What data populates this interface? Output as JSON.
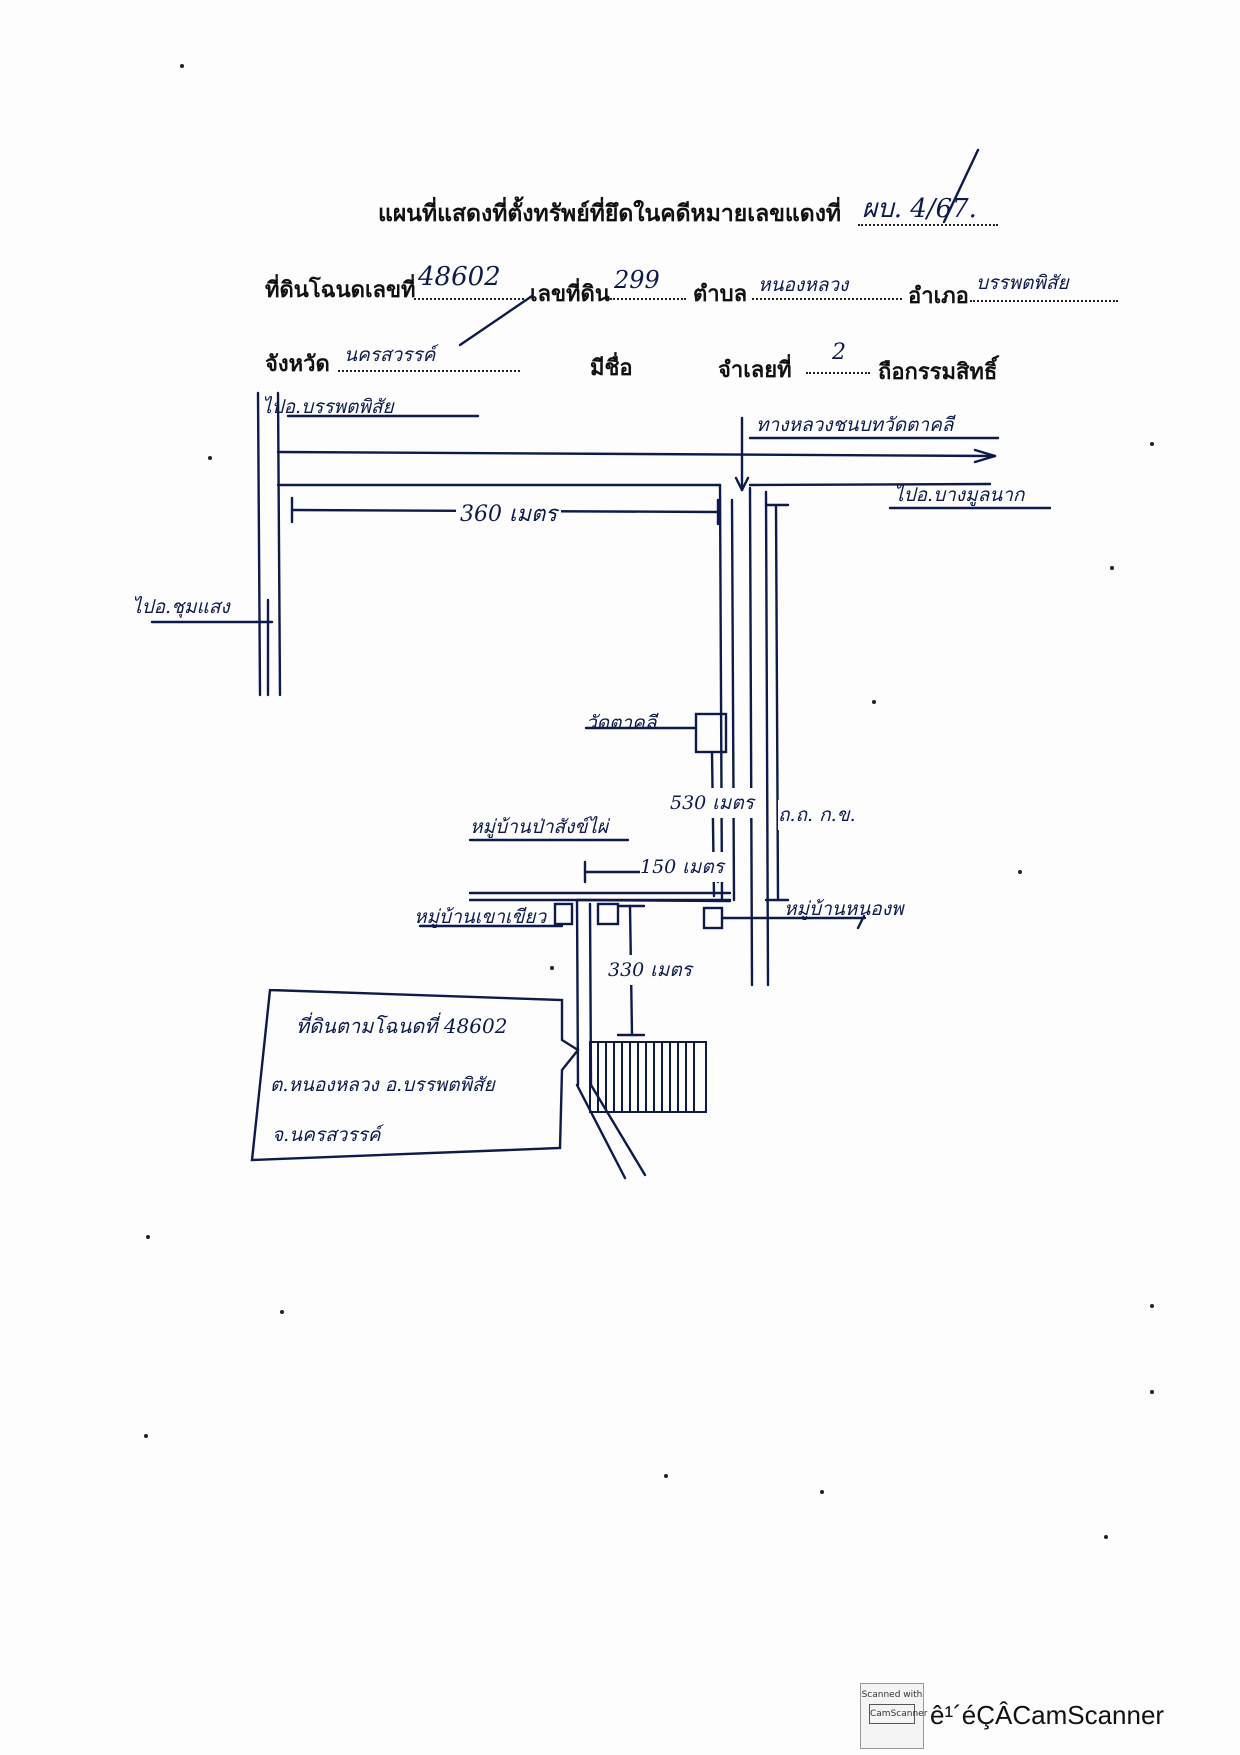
{
  "header": {
    "title": "แผนที่แสดงที่ตั้งทรัพย์ที่ยึดในคดีหมายเลขแดงที่",
    "case_no": "ผบ. 4/67."
  },
  "form": {
    "deed_label": "ที่ดินโฉนดเลขที่",
    "deed_no": "48602",
    "land_no_label": "เลขที่ดิน",
    "land_no": "299",
    "subdistrict_label": "ตำบล",
    "subdistrict": "หนองหลวง",
    "district_label": "อำเภอ",
    "district": "บรรพตพิสัย",
    "province_label": "จังหวัด",
    "province": "นครสวรรค์",
    "name_label": "มีชื่อ",
    "execution_label": "จำเลยที่",
    "execution_no": "2",
    "ownership_label": "ถือกรรมสิทธิ์"
  },
  "map_labels": {
    "to_banphot": "ไปอ.บรรพตพิสัย",
    "road_temple": "ทางหลวงชนบทวัดตาคลี",
    "to_sao": "ไปอ.บางมูลนาก",
    "to_north_left": "ไปอ.ชุมแสง",
    "dist_top": "360 เมตร",
    "temple": "วัดตาคลี",
    "dist_530": "530 เมตร",
    "road_right": "ถ.ถ. ก.ข.",
    "school": "หมู่บ้านป่าสังข์ไผ่",
    "dist_150": "150 เมตร",
    "mid_left": "หมู่บ้านเขาเขียว",
    "mid_right": "หมู่บ้านหนองพ",
    "dist_330": "330 เมตร",
    "box_line1": "ที่ดินตามโฉนดที่ 48602",
    "box_line2": "ต.หนองหลวง อ.บรรพตพิสัย",
    "box_line3": "จ.นครสวรรค์"
  },
  "scanner": {
    "badge_top": "Scanned with",
    "badge_logo": "CamScanner",
    "side_text": "ê¹´éÇÂCamScanner"
  }
}
